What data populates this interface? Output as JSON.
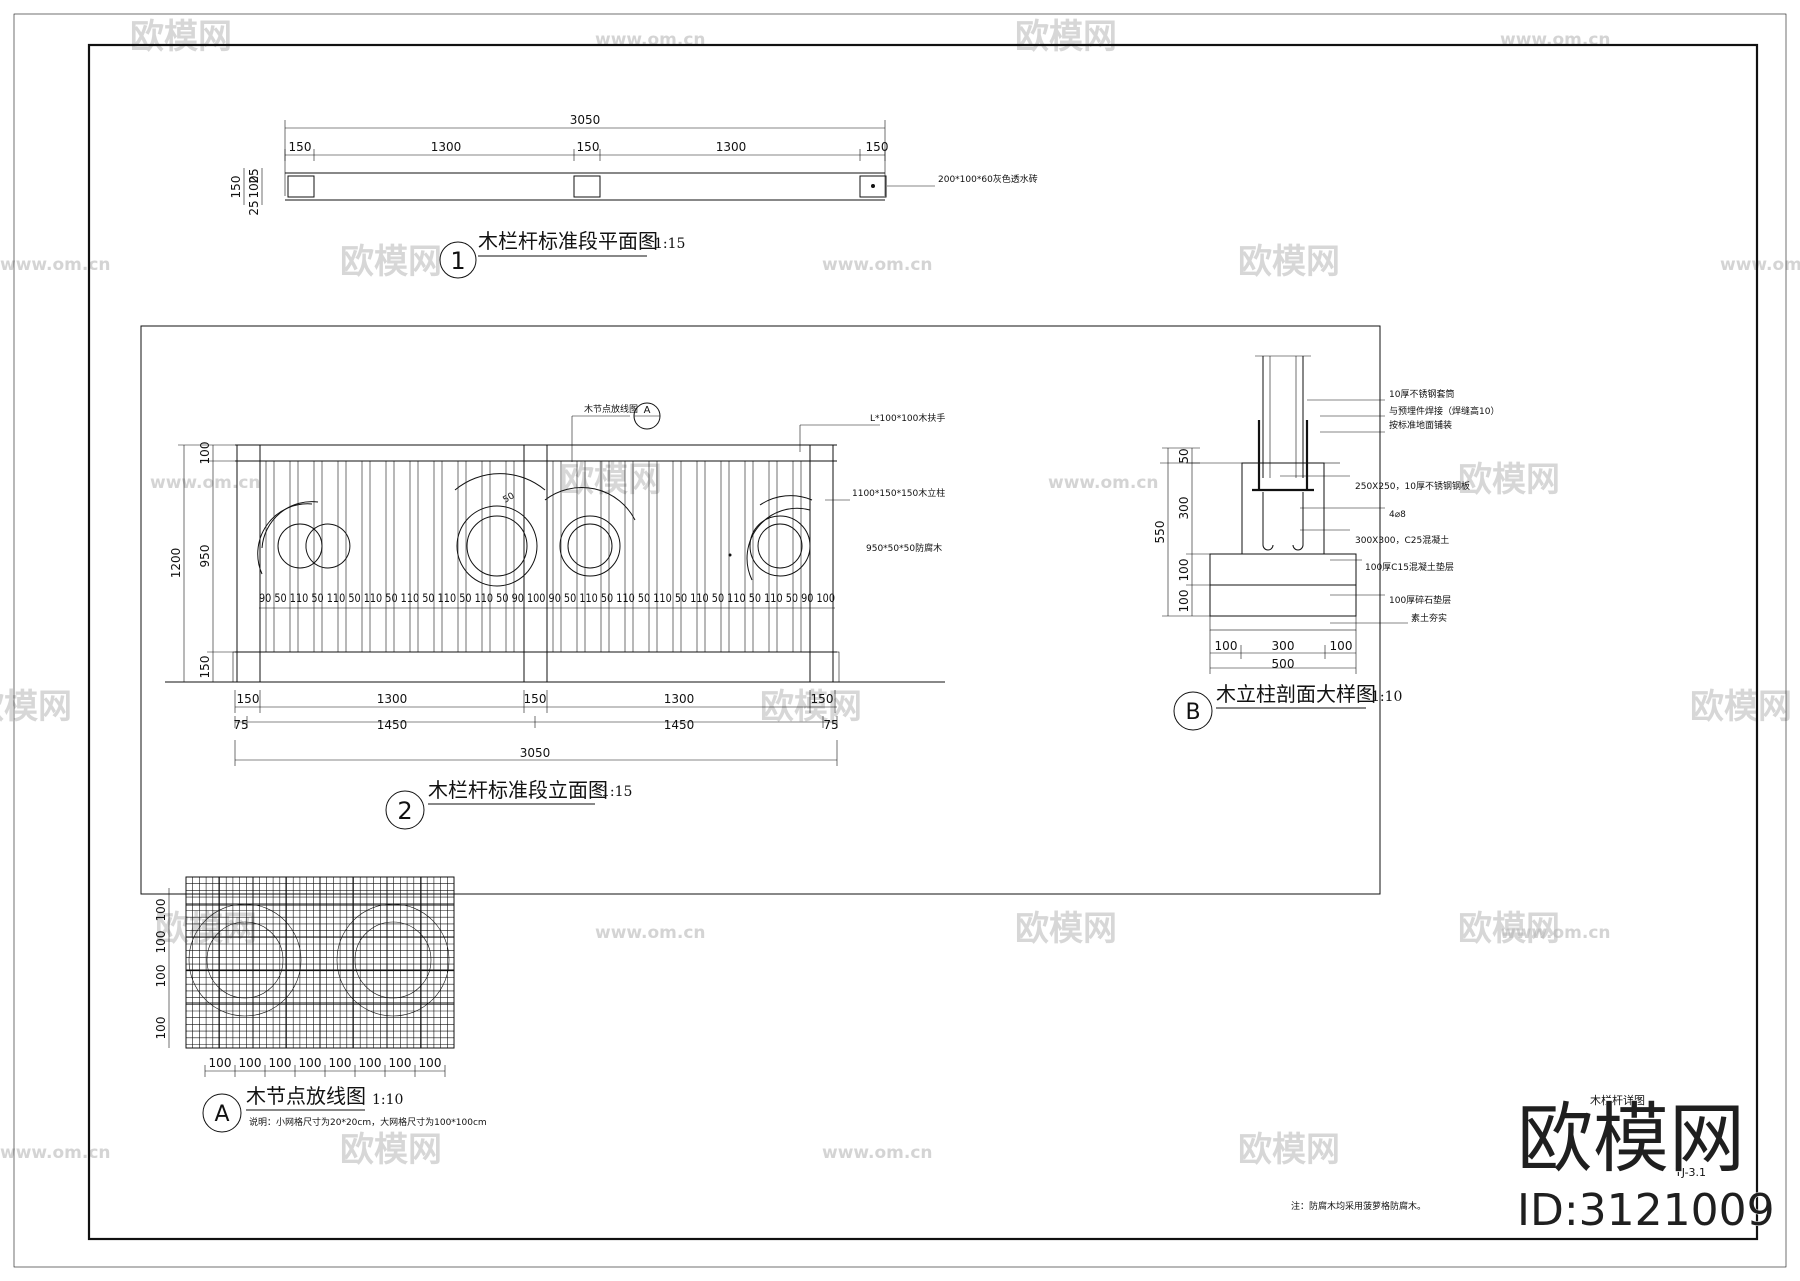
{
  "watermarks": {
    "brand": "欧模网",
    "url": "www.om.cn",
    "id": "ID:3121009"
  },
  "sheet": {
    "drawing_name": "木栏杆详图",
    "drawing_no": "TJ-3.1",
    "note": "注：防腐木均采用菠萝格防腐木。"
  },
  "plan_view": {
    "number": "1",
    "title": "木栏杆标准段平面图",
    "scale": "1:15",
    "total": "3050",
    "segments": [
      "150",
      "1300",
      "150",
      "1300",
      "150"
    ],
    "vert_dims": [
      "25",
      "100",
      "25"
    ],
    "vert_total": "150",
    "callout": "200*100*60灰色透水砖"
  },
  "elevation_view": {
    "number": "2",
    "title": "木栏杆标准段立面图",
    "scale": "1:15",
    "callouts": {
      "node_ref_label": "木节点放线图",
      "node_ref_symbol": "A",
      "handrail": "L*100*100木扶手",
      "post": "1100*150*150木立柱",
      "baluster": "950*50*50防腐木",
      "arc_dim": "50"
    },
    "left_dims": {
      "top": "100",
      "mid": "950",
      "bottom": "150",
      "total": "1200"
    },
    "slat_spacing": "90 50 110 50 110 50 110 50 110 50 110 50 110 50 90 100 90 50 110 50 110 50 110 50 110 50 110 50 110 50 90 100",
    "bottom_row1": [
      "150",
      "1300",
      "150",
      "1300",
      "150"
    ],
    "bottom_row2": [
      "75",
      "1450",
      "1450",
      "75"
    ],
    "bottom_total": "3050"
  },
  "section_view": {
    "symbol": "B",
    "title": "木立柱剖面大样图",
    "scale": "1:10",
    "labels": [
      "10厚不锈钢套筒",
      "与预埋件焊接（焊缝高10）",
      "按标准地面铺装",
      "250X250，10厚不锈钢钢板",
      "4⌀8",
      "300X300，C25混凝土",
      "100厚C15混凝土垫层",
      "100厚碎石垫层",
      "素土夯实"
    ],
    "left_dims": {
      "d50": "50",
      "d300": "300",
      "d100a": "100",
      "d100b": "100",
      "total": "550"
    },
    "bottom_dims": [
      "100",
      "300",
      "100"
    ],
    "bottom_total": "500"
  },
  "node_view": {
    "symbol": "A",
    "title": "木节点放线图",
    "scale": "1:10",
    "note": "说明：小网格尺寸为20*20cm，大网格尺寸为100*100cm",
    "left_dims": [
      "100",
      "100",
      "100",
      "100"
    ],
    "bottom_dims": [
      "100",
      "100",
      "100",
      "100",
      "100",
      "100",
      "100",
      "100"
    ]
  }
}
